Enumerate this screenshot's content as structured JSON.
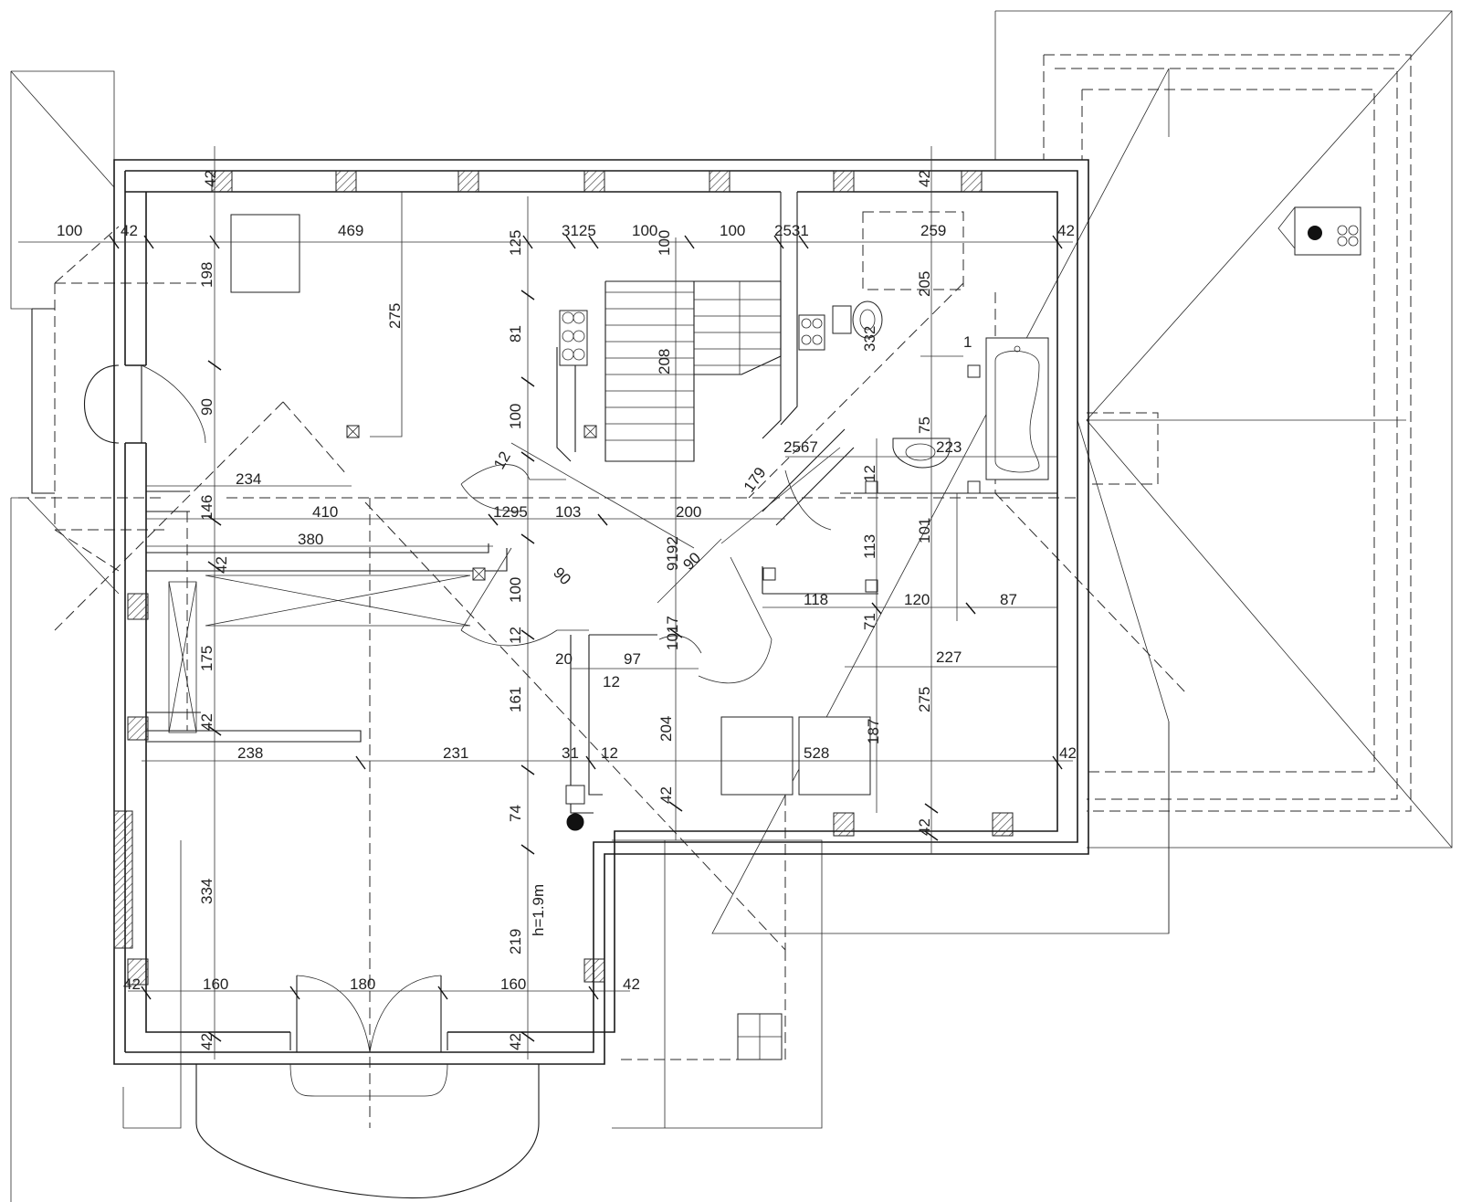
{
  "note": "h=1.9m",
  "dims": {
    "d100a": "100",
    "d42a": "42",
    "d469": "469",
    "d125a": "125",
    "d3125": "3125",
    "d100b": "100",
    "d100c": "100",
    "d100v": "100",
    "d2531": "2531",
    "d259": "259",
    "d42b": "42",
    "d42t1": "42",
    "d42t2": "42",
    "d198": "198",
    "d275a": "275",
    "d81": "81",
    "d208": "208",
    "d205": "205",
    "d332": "332",
    "d1": "1",
    "d90a": "90",
    "d100d": "100",
    "d75": "75",
    "d223": "223",
    "d2567": "2567",
    "d179": "179",
    "d12a": "12",
    "d12b": "12",
    "d234": "234",
    "d146": "146",
    "d410": "410",
    "d1295": "1295",
    "d103": "103",
    "d200": "200",
    "d380": "380",
    "d9192": "9192",
    "d90b": "90",
    "d90c": "90",
    "d113": "113",
    "d101": "101",
    "d42c": "42",
    "d100e": "100",
    "d118": "118",
    "d120": "120",
    "d87": "87",
    "d71": "71",
    "d175": "175",
    "d12c": "12",
    "d20": "20",
    "d97": "97",
    "d12d": "12",
    "d1017": "1017",
    "d227": "227",
    "d161": "161",
    "d204": "204",
    "d275b": "275",
    "d187": "187",
    "d42d": "42",
    "d238": "238",
    "d231": "231",
    "d31": "31",
    "d12e": "12",
    "d528": "528",
    "d42e": "42",
    "d42f": "42",
    "d74": "74",
    "d42g": "42",
    "d334": "334",
    "d219": "219",
    "d42h": "42",
    "d160a": "160",
    "d180": "180",
    "d160b": "160",
    "d42i": "42",
    "d42j": "42",
    "d42k": "42"
  }
}
